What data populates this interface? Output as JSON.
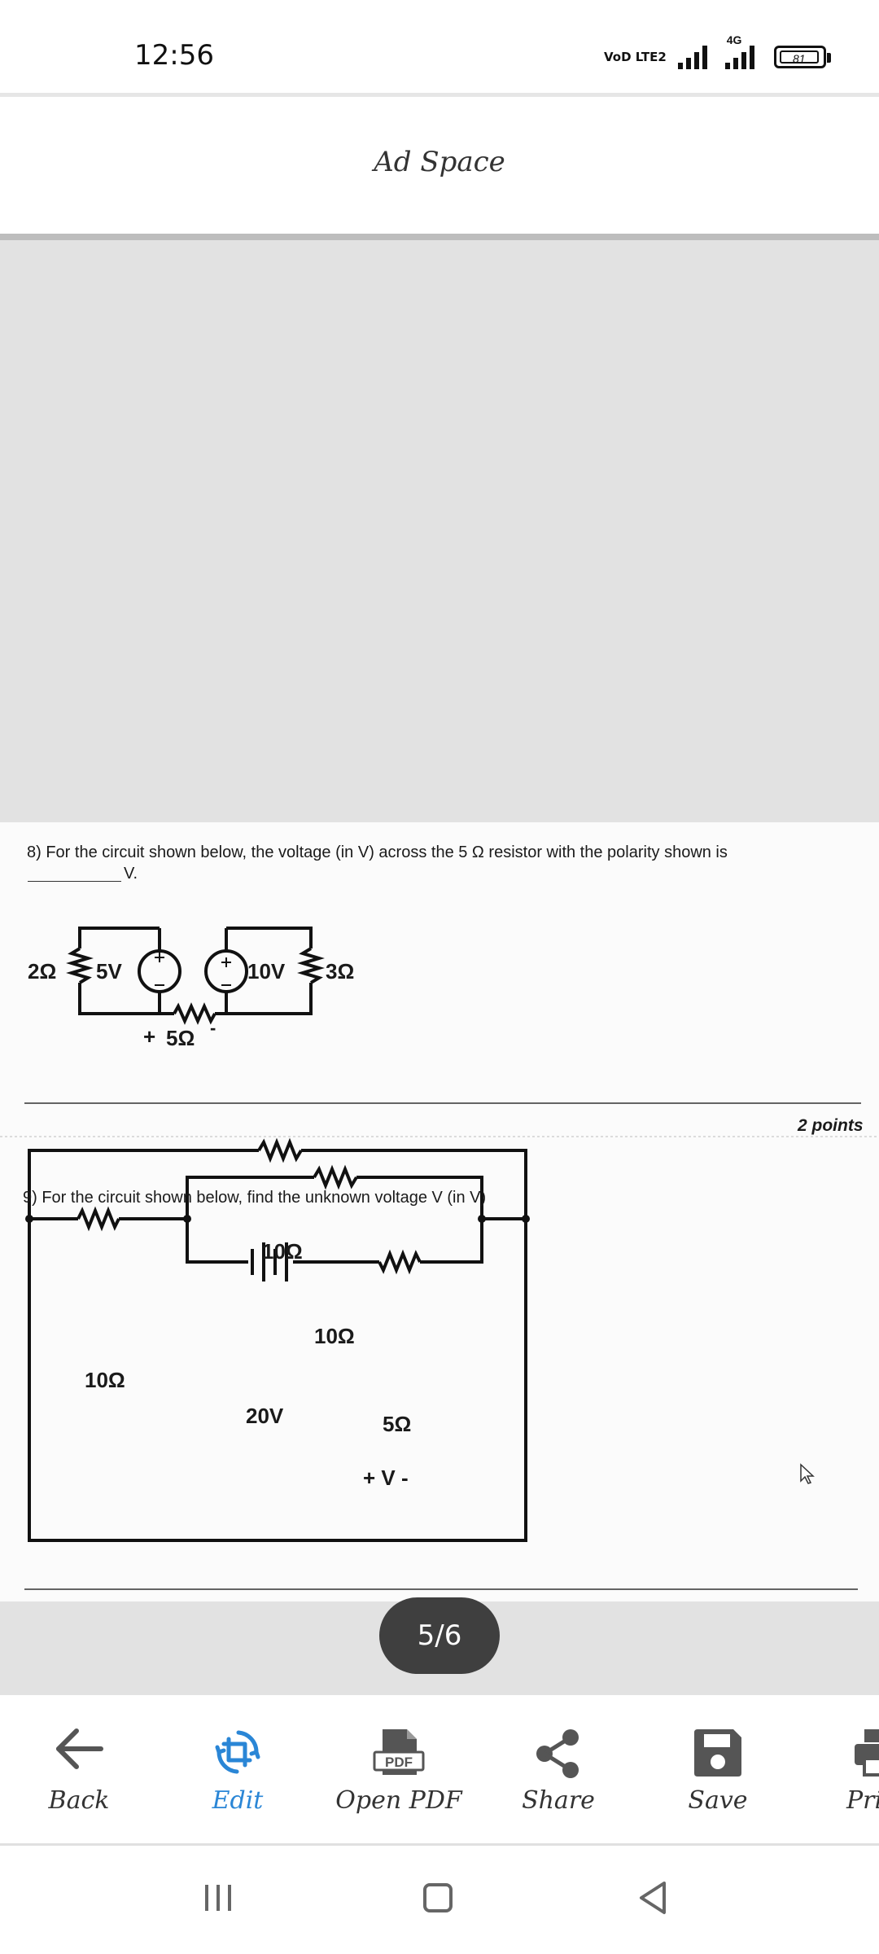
{
  "status": {
    "time": "12:56",
    "volte": "VoD LTE2",
    "network": "4G",
    "battery": "81"
  },
  "ad": {
    "text": "Ad Space"
  },
  "document": {
    "q8": {
      "question": "8) For the circuit shown below, the voltage (in V) across the 5 Ω resistor with the polarity shown is",
      "answer_suffix": "V.",
      "labels": {
        "r_left": "2Ω",
        "src_a": "5V",
        "src_b": "10V",
        "r_right": "3Ω",
        "r_mid": "5Ω",
        "plus": "+",
        "minus": "-"
      },
      "points": "2 points"
    },
    "q9": {
      "question": "9) For the circuit shown below, find the unknown voltage V (in V)",
      "labels": {
        "r_top": "10Ω",
        "r_inner_top": "10Ω",
        "r_left": "10Ω",
        "source": "20V",
        "r_v": "5Ω",
        "v_label": "+ V -"
      }
    }
  },
  "viewer": {
    "page_indicator": "5/6"
  },
  "toolbar": {
    "back": "Back",
    "edit": "Edit",
    "open_pdf": "Open PDF",
    "pdf_badge": "PDF",
    "share": "Share",
    "save": "Save",
    "print": "Pri"
  },
  "colors": {
    "accent": "#2a86d6",
    "counter_bg": "#3f3f3f"
  }
}
